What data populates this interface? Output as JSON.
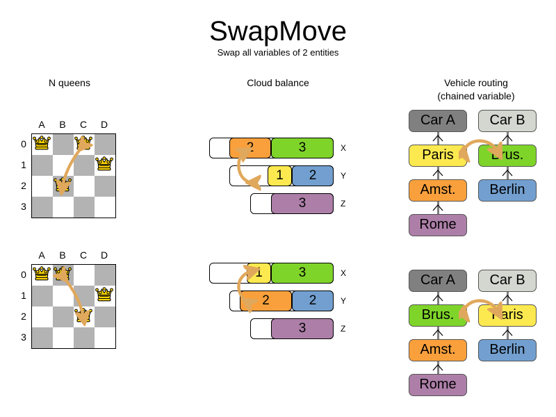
{
  "header": {
    "title": "SwapMove",
    "subtitle": "Swap all variables of 2 entities"
  },
  "sections": {
    "nqueens": {
      "heading": "N queens"
    },
    "cloud": {
      "heading": "Cloud balance"
    },
    "vrp": {
      "heading_line1": "Vehicle routing",
      "heading_line2": "(chained variable)"
    }
  },
  "colors": {
    "orange": "#f9a03c",
    "green": "#7fd42a",
    "yellow": "#fce94f",
    "blue": "#729fcf",
    "purple": "#ad7fa8",
    "dark_gray": "#808080",
    "light_gray": "#d3d7cf",
    "board_dark": "#b3b3b3",
    "board_light": "#ffffff",
    "arrow": "#e0a85c",
    "queen": "#ffd700"
  },
  "nqueens": {
    "files": [
      "A",
      "B",
      "C",
      "D"
    ],
    "ranks": [
      "0",
      "1",
      "2",
      "3"
    ],
    "before": {
      "queens": [
        {
          "file": "A",
          "rank": "0"
        },
        {
          "file": "C",
          "rank": "0"
        },
        {
          "file": "D",
          "rank": "1"
        },
        {
          "file": "B",
          "rank": "2"
        }
      ],
      "swap": {
        "from": {
          "file": "C",
          "rank": "0"
        },
        "to": {
          "file": "B",
          "rank": "2"
        }
      }
    },
    "after": {
      "queens": [
        {
          "file": "A",
          "rank": "0"
        },
        {
          "file": "B",
          "rank": "0"
        },
        {
          "file": "D",
          "rank": "1"
        },
        {
          "file": "C",
          "rank": "2"
        }
      ],
      "swap": {
        "from": {
          "file": "B",
          "rank": "0"
        },
        "to": {
          "file": "C",
          "rank": "2"
        }
      }
    }
  },
  "cloud": {
    "before": {
      "rows": [
        {
          "label": "X",
          "segments": [
            {
              "value": "2",
              "color": "#f9a03c",
              "width": 60
            },
            {
              "value": "3",
              "color": "#7fd42a",
              "width": 90
            }
          ]
        },
        {
          "label": "Y",
          "segments": [
            {
              "value": "1",
              "color": "#fce94f",
              "width": 35
            },
            {
              "value": "2",
              "color": "#729fcf",
              "width": 60
            }
          ]
        },
        {
          "label": "Z",
          "segments": [
            {
              "value": "3",
              "color": "#ad7fa8",
              "width": 90
            }
          ]
        }
      ]
    },
    "after": {
      "rows": [
        {
          "label": "X",
          "segments": [
            {
              "value": "1",
              "color": "#fce94f",
              "width": 35
            },
            {
              "value": "3",
              "color": "#7fd42a",
              "width": 90
            }
          ]
        },
        {
          "label": "Y",
          "segments": [
            {
              "value": "2",
              "color": "#f9a03c",
              "width": 75
            },
            {
              "value": "2",
              "color": "#729fcf",
              "width": 60
            }
          ]
        },
        {
          "label": "Z",
          "segments": [
            {
              "value": "3",
              "color": "#ad7fa8",
              "width": 90
            }
          ]
        }
      ]
    }
  },
  "vrp": {
    "before": {
      "left_chain": [
        {
          "label": "Car A",
          "color": "#808080"
        },
        {
          "label": "Paris",
          "color": "#fce94f"
        },
        {
          "label": "Amst.",
          "color": "#f9a03c"
        },
        {
          "label": "Rome",
          "color": "#ad7fa8"
        }
      ],
      "right_chain": [
        {
          "label": "Car B",
          "color": "#d3d7cf"
        },
        {
          "label": "Brus.",
          "color": "#7fd42a"
        },
        {
          "label": "Berlin",
          "color": "#729fcf"
        }
      ]
    },
    "after": {
      "left_chain": [
        {
          "label": "Car A",
          "color": "#808080"
        },
        {
          "label": "Brus.",
          "color": "#7fd42a"
        },
        {
          "label": "Amst.",
          "color": "#f9a03c"
        },
        {
          "label": "Rome",
          "color": "#ad7fa8"
        }
      ],
      "right_chain": [
        {
          "label": "Car B",
          "color": "#d3d7cf"
        },
        {
          "label": "Paris",
          "color": "#fce94f"
        },
        {
          "label": "Berlin",
          "color": "#729fcf"
        }
      ]
    }
  }
}
